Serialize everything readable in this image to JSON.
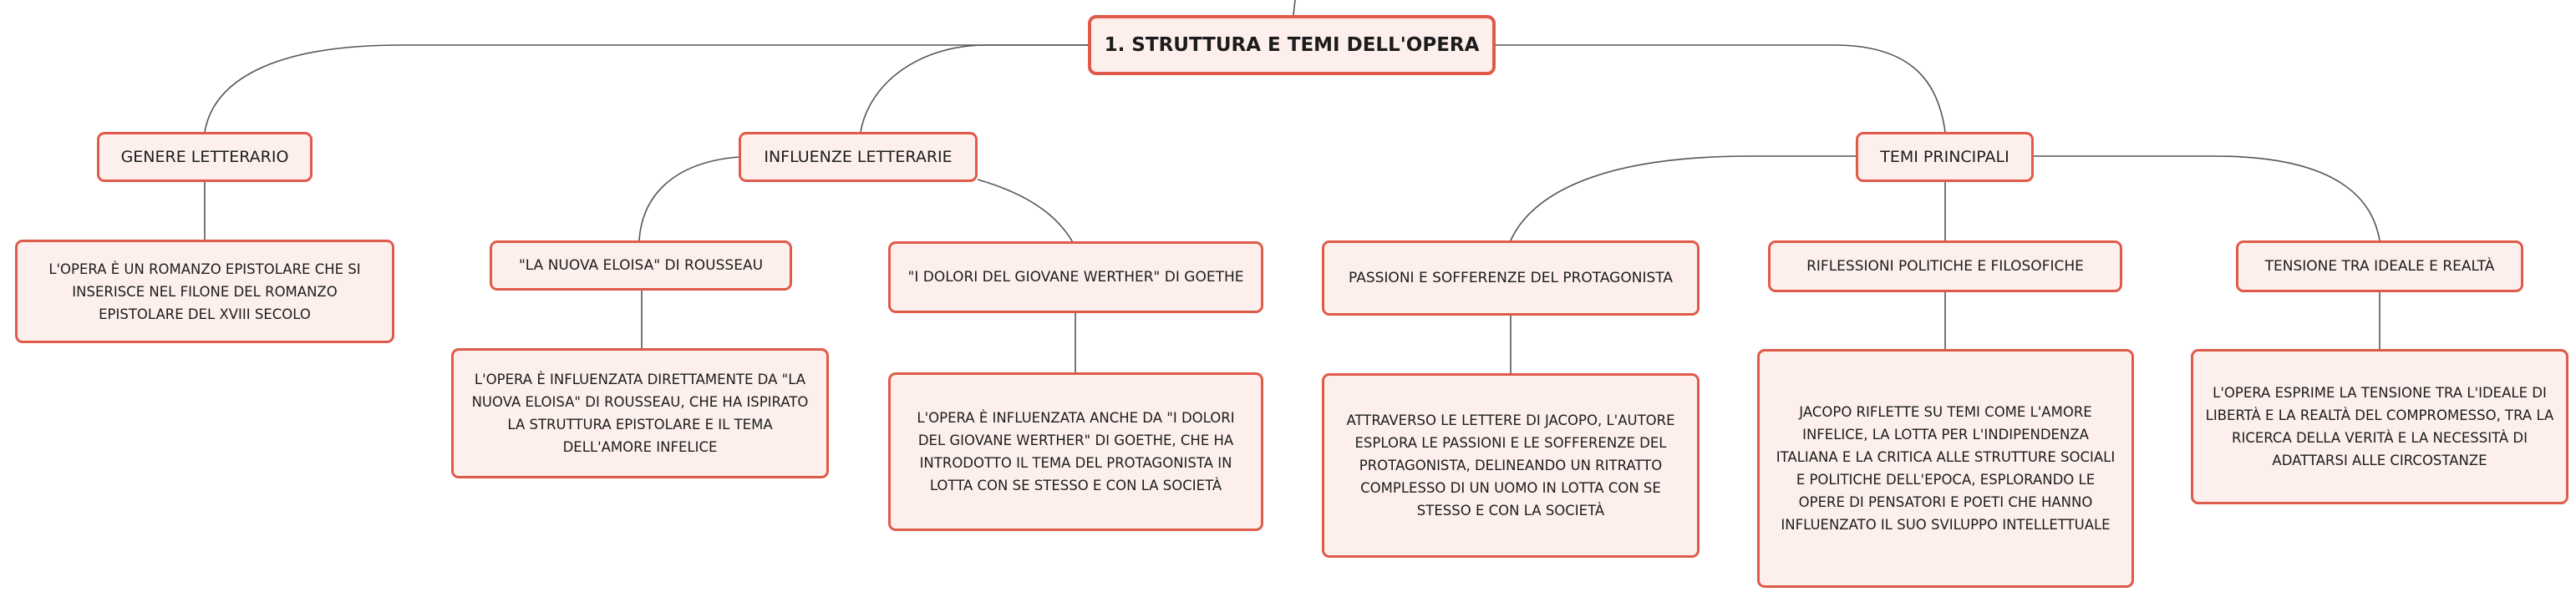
{
  "root": {
    "label": "1. STRUTTURA E TEMI DELL'OPERA"
  },
  "genere": {
    "label": "GENERE LETTERARIO",
    "detail": "L'OPERA È UN ROMANZO EPISTOLARE CHE SI INSERISCE NEL FILONE DEL ROMANZO EPISTOLARE DEL XVIII SECOLO"
  },
  "influenze": {
    "label": "INFLUENZE LETTERARIE",
    "rousseau": {
      "label": "\"LA NUOVA ELOISA\" DI ROUSSEAU",
      "detail": "L'OPERA È INFLUENZATA DIRETTAMENTE DA \"LA NUOVA ELOISA\" DI ROUSSEAU, CHE HA ISPIRATO LA STRUTTURA EPISTOLARE E IL TEMA DELL'AMORE INFELICE"
    },
    "goethe": {
      "label": "\"I DOLORI DEL GIOVANE WERTHER\" DI GOETHE",
      "detail": "L'OPERA È INFLUENZATA ANCHE DA \"I DOLORI DEL GIOVANE WERTHER\" DI GOETHE, CHE HA INTRODOTTO IL TEMA DEL PROTAGONISTA IN LOTTA CON SE STESSO E CON LA SOCIETÀ"
    }
  },
  "temi": {
    "label": "TEMI PRINCIPALI",
    "passioni": {
      "label": "PASSIONI E SOFFERENZE DEL PROTAGONISTA",
      "detail": "ATTRAVERSO LE LETTERE DI JACOPO, L'AUTORE ESPLORA LE PASSIONI E LE SOFFERENZE DEL PROTAGONISTA, DELINEANDO UN RITRATTO COMPLESSO DI UN UOMO IN LOTTA CON SE STESSO E CON LA SOCIETÀ"
    },
    "riflessioni": {
      "label": "RIFLESSIONI POLITICHE E FILOSOFICHE",
      "detail": "JACOPO RIFLETTE SU TEMI COME L'AMORE INFELICE, LA LOTTA PER L'INDIPENDENZA ITALIANA E LA CRITICA ALLE STRUTTURE SOCIALI E POLITICHE DELL'EPOCA, ESPLORANDO LE OPERE DI PENSATORI E POETI CHE HANNO INFLUENZATO IL SUO SVILUPPO INTELLETTUALE"
    },
    "tensione": {
      "label": "TENSIONE TRA IDEALE E REALTÀ",
      "detail": "L'OPERA ESPRIME LA TENSIONE TRA L'IDEALE DI LIBERTÀ E LA REALTÀ DEL COMPROMESSO, TRA LA RICERCA DELLA VERITÀ E LA NECESSITÀ DI ADATTARSI ALLE CIRCOSTANZE"
    }
  },
  "colors": {
    "border": "#e05a4a",
    "fill": "#fdf0ec",
    "line": "#555555"
  }
}
